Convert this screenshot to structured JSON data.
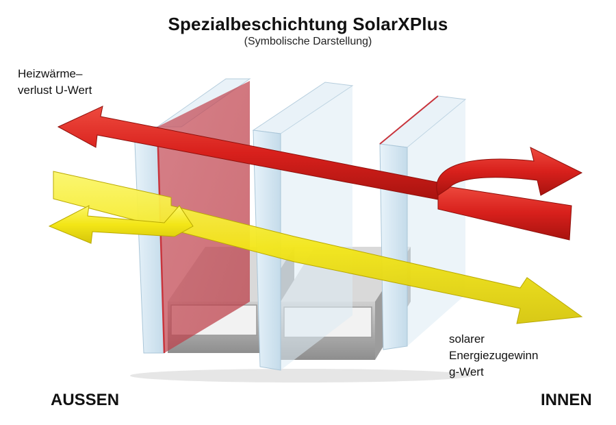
{
  "title": "Spezialbeschichtung SolarXPlus",
  "subtitle": "(Symbolische Darstellung)",
  "heat_label": {
    "line1": "Heizwärme–",
    "line2": "verlust U-Wert"
  },
  "solar_label": {
    "line1": "solarer",
    "line2": "Energiezugewinn",
    "line3": "g-Wert"
  },
  "side_left": "AUSSEN",
  "side_right": "INNEN",
  "colors": {
    "heat_arrow": "#d8201c",
    "solar_arrow": "#f5ec1a",
    "glass": "#cfe3f0",
    "coating": "#c8343c",
    "spacer": "#a7a7a7"
  }
}
